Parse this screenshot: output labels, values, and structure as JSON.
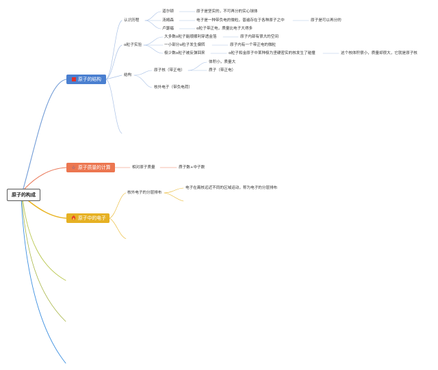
{
  "colors": {
    "branch_structure": "#6f9ad6",
    "branch_mass": "#ea7b5c",
    "branch_electron": "#e8b321",
    "topic_structure_bg": "#4a7fd0",
    "topic_mass_bg": "#ec7650",
    "topic_electron_bg": "#e6b123",
    "sub_line": "#a9c1e6"
  },
  "root": {
    "label": "原子的构成"
  },
  "topics": {
    "structure": {
      "icon": "red-square-icon",
      "label": "原子的结构",
      "history": {
        "label": "认识历程",
        "dalton": {
          "label": "道尔顿",
          "desc": "原子是坚实的，不可再分的实心球体"
        },
        "thomson": {
          "label": "汤姆森",
          "desc": "电子是一种带负电的微粒，普遍存在于各种原子之中",
          "desc2": "原子是可以再分的"
        },
        "rutherford": {
          "label": "卢瑟福",
          "desc": "α粒子带正电，质量比电子大得多"
        }
      },
      "alpha": {
        "label": "α粒子实验",
        "e1": {
          "label": "大多数α粒子能顺顺利穿透金箔",
          "desc": "原子内部有很大的空间"
        },
        "e2": {
          "label": "一小部分α粒子发生偏转",
          "desc": "原子内有一个带正电的微粒"
        },
        "e3": {
          "label": "极少数α粒子被反弹回来",
          "desc": "α粒子和金原子中某种极为坚硬密实的核发生了碰撞",
          "desc2": "这个核体积很小，质量却很大，它就是原子核"
        }
      },
      "composition": {
        "label": "结构",
        "nucleus": {
          "label": "原子核（带正电）",
          "c1": "体积小，质量大",
          "c2": "质子（带正电）"
        },
        "electrons": {
          "label": "核外电子（带负电荷）"
        }
      }
    },
    "mass": {
      "icon": "star-icon",
      "label": "原子质量的计算",
      "relative": {
        "label": "相对原子质量",
        "desc": "质子数+中子数"
      }
    },
    "electron": {
      "icon": "fire-icon",
      "label": "原子中的电子",
      "layout": {
        "label": "核外电子的分层排布",
        "desc": "电子在离核远近不同的区域运动，称为电子的分层排布"
      }
    }
  }
}
